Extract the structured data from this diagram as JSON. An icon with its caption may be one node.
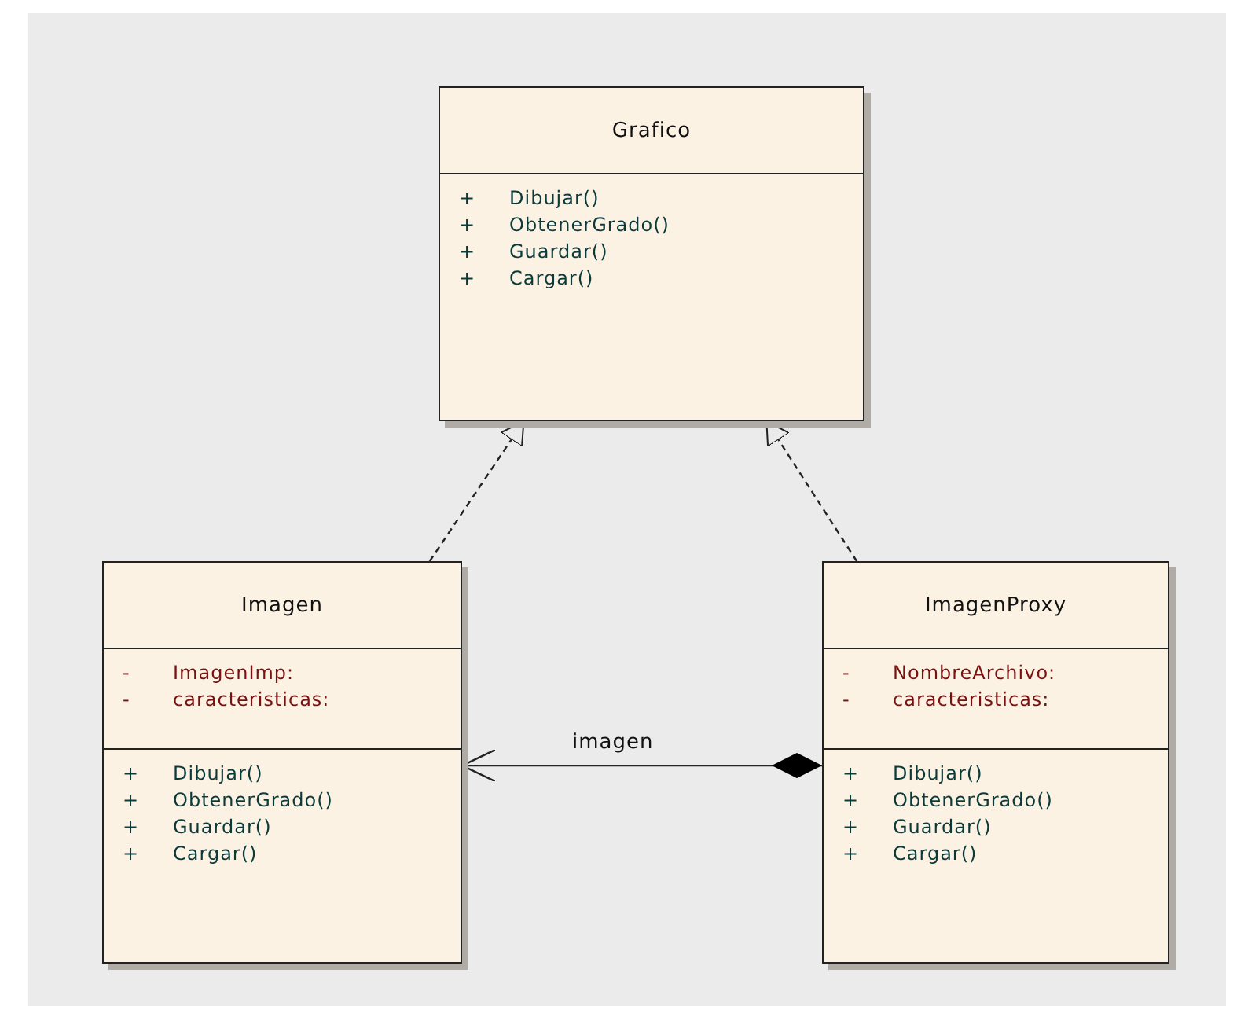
{
  "diagram": {
    "nodes": [
      {
        "text": [
          "Grafico"
        ]
      },
      {
        "text": [
          "+",
          "Dibujar()",
          "+",
          "ObtenerGrado()",
          "+",
          "Guardar()",
          "+",
          "Cargar()"
        ],
        "in": 0
      },
      {
        "text": [
          "Imagen"
        ]
      },
      {
        "text": [
          "-",
          "ImagenImp:",
          "-",
          "caracteristicas:"
        ],
        "in": 2
      },
      {
        "text": [
          "+",
          "Dibujar()",
          "+",
          "ObtenerGrado()",
          "+",
          "Guardar()",
          "+",
          "Cargar()"
        ],
        "in": 2
      },
      {
        "text": [
          "ImagenProxy"
        ]
      },
      {
        "text": [
          "-",
          "NombreArchivo:",
          "-",
          "caracteristicas:"
        ],
        "in": 5
      },
      {
        "text": [
          "+",
          "Dibujar()",
          "+",
          "ObtenerGrado()",
          "+",
          "Guardar()",
          "+",
          "Cargar()"
        ],
        "in": 5
      }
    ],
    "edges": [
      {
        "from": 2,
        "to": 0,
        "arrow": "to",
        "style": "dashed"
      },
      {
        "from": 5,
        "to": 0,
        "arrow": "to",
        "style": "dashed"
      },
      {
        "from": 5,
        "to": 2,
        "arrow": "to",
        "label": "imagen"
      }
    ]
  }
}
